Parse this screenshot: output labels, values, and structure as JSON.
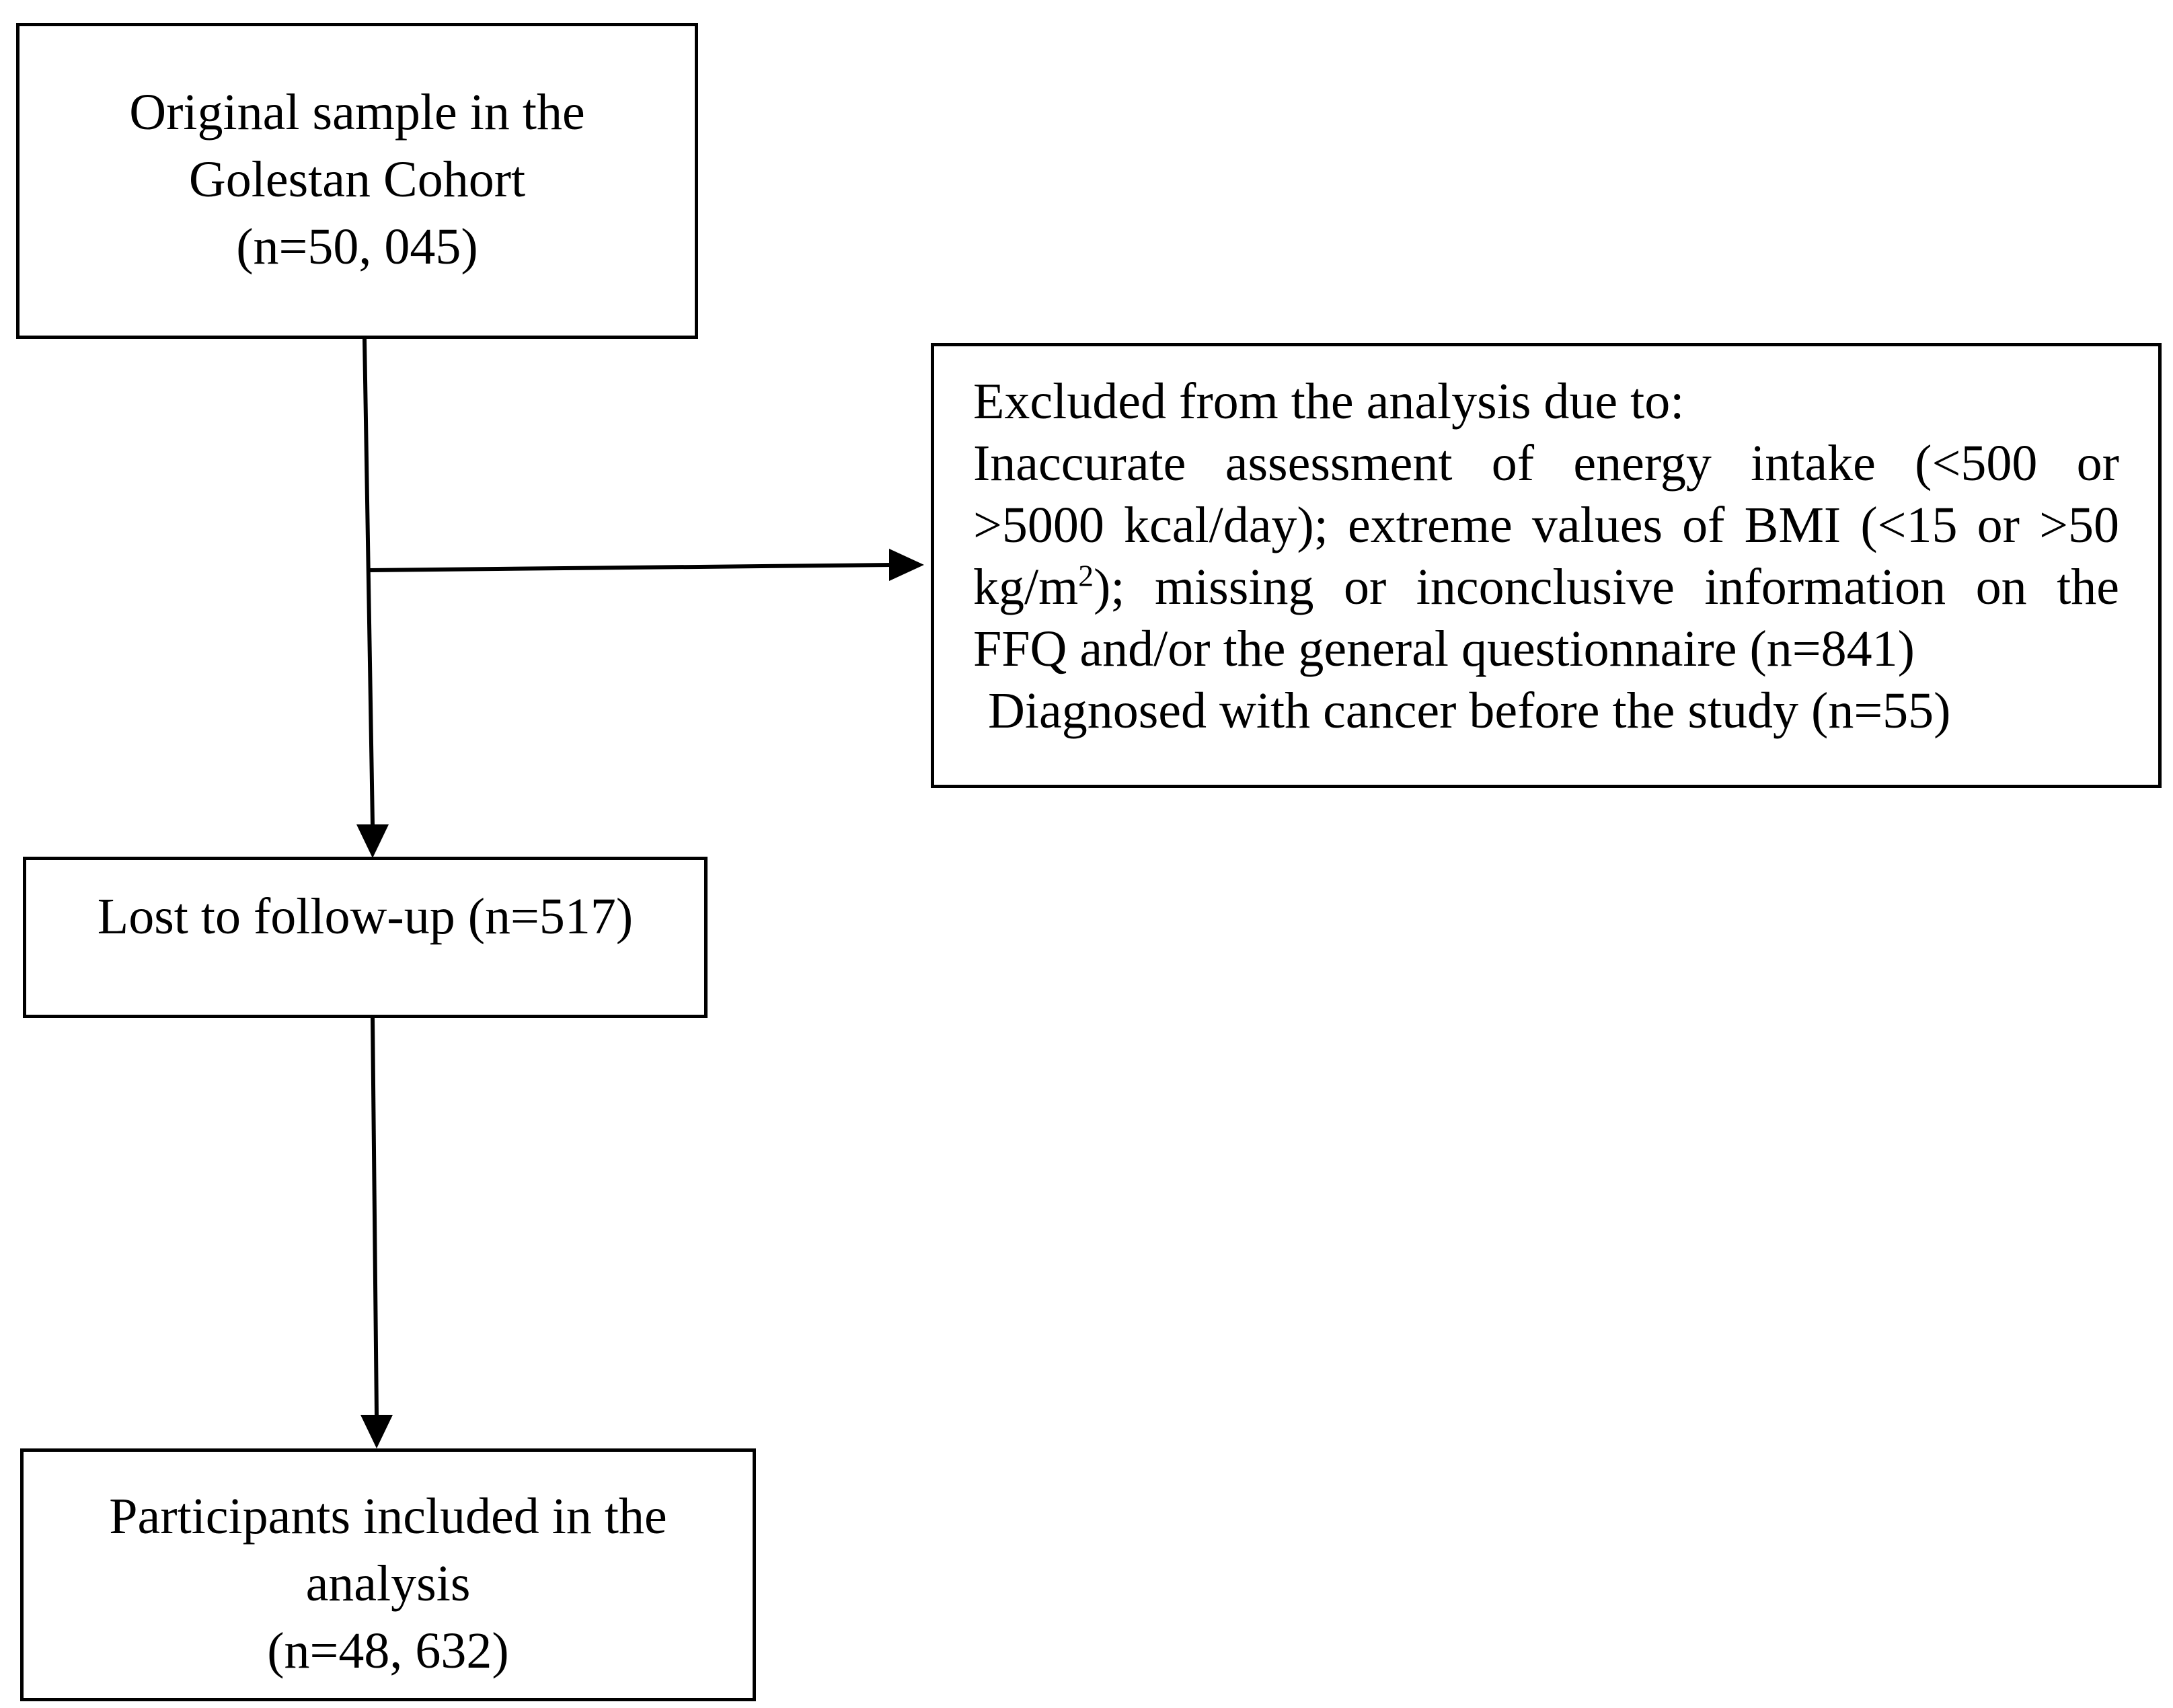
{
  "nodes": {
    "original": {
      "line1": "Original sample in the",
      "line2": "Golestan Cohort",
      "line3": "(n=50, 045)"
    },
    "excluded": {
      "heading": "Excluded from the analysis due to:",
      "line1": "Inaccurate assessment of energy intake (<500 or",
      "line2": ">5000 kcal/day); extreme values of BMI (<15 or >50",
      "line3_pre": "kg/m",
      "line3_sup": "2",
      "line3_post": "); missing or inconclusive information on the",
      "line4": "FFQ and/or the general questionnaire (n=841)",
      "line5": "Diagnosed with cancer before the study (n=55)"
    },
    "lost": {
      "line1": "Lost to follow-up (n=517)"
    },
    "included": {
      "line1": "Participants included in the",
      "line2": "analysis",
      "line3": "(n=48, 632)"
    }
  },
  "edges": [
    {
      "from": "original",
      "to": "lost"
    },
    {
      "from": "original-lost-connector",
      "to": "excluded"
    },
    {
      "from": "lost",
      "to": "included"
    }
  ]
}
